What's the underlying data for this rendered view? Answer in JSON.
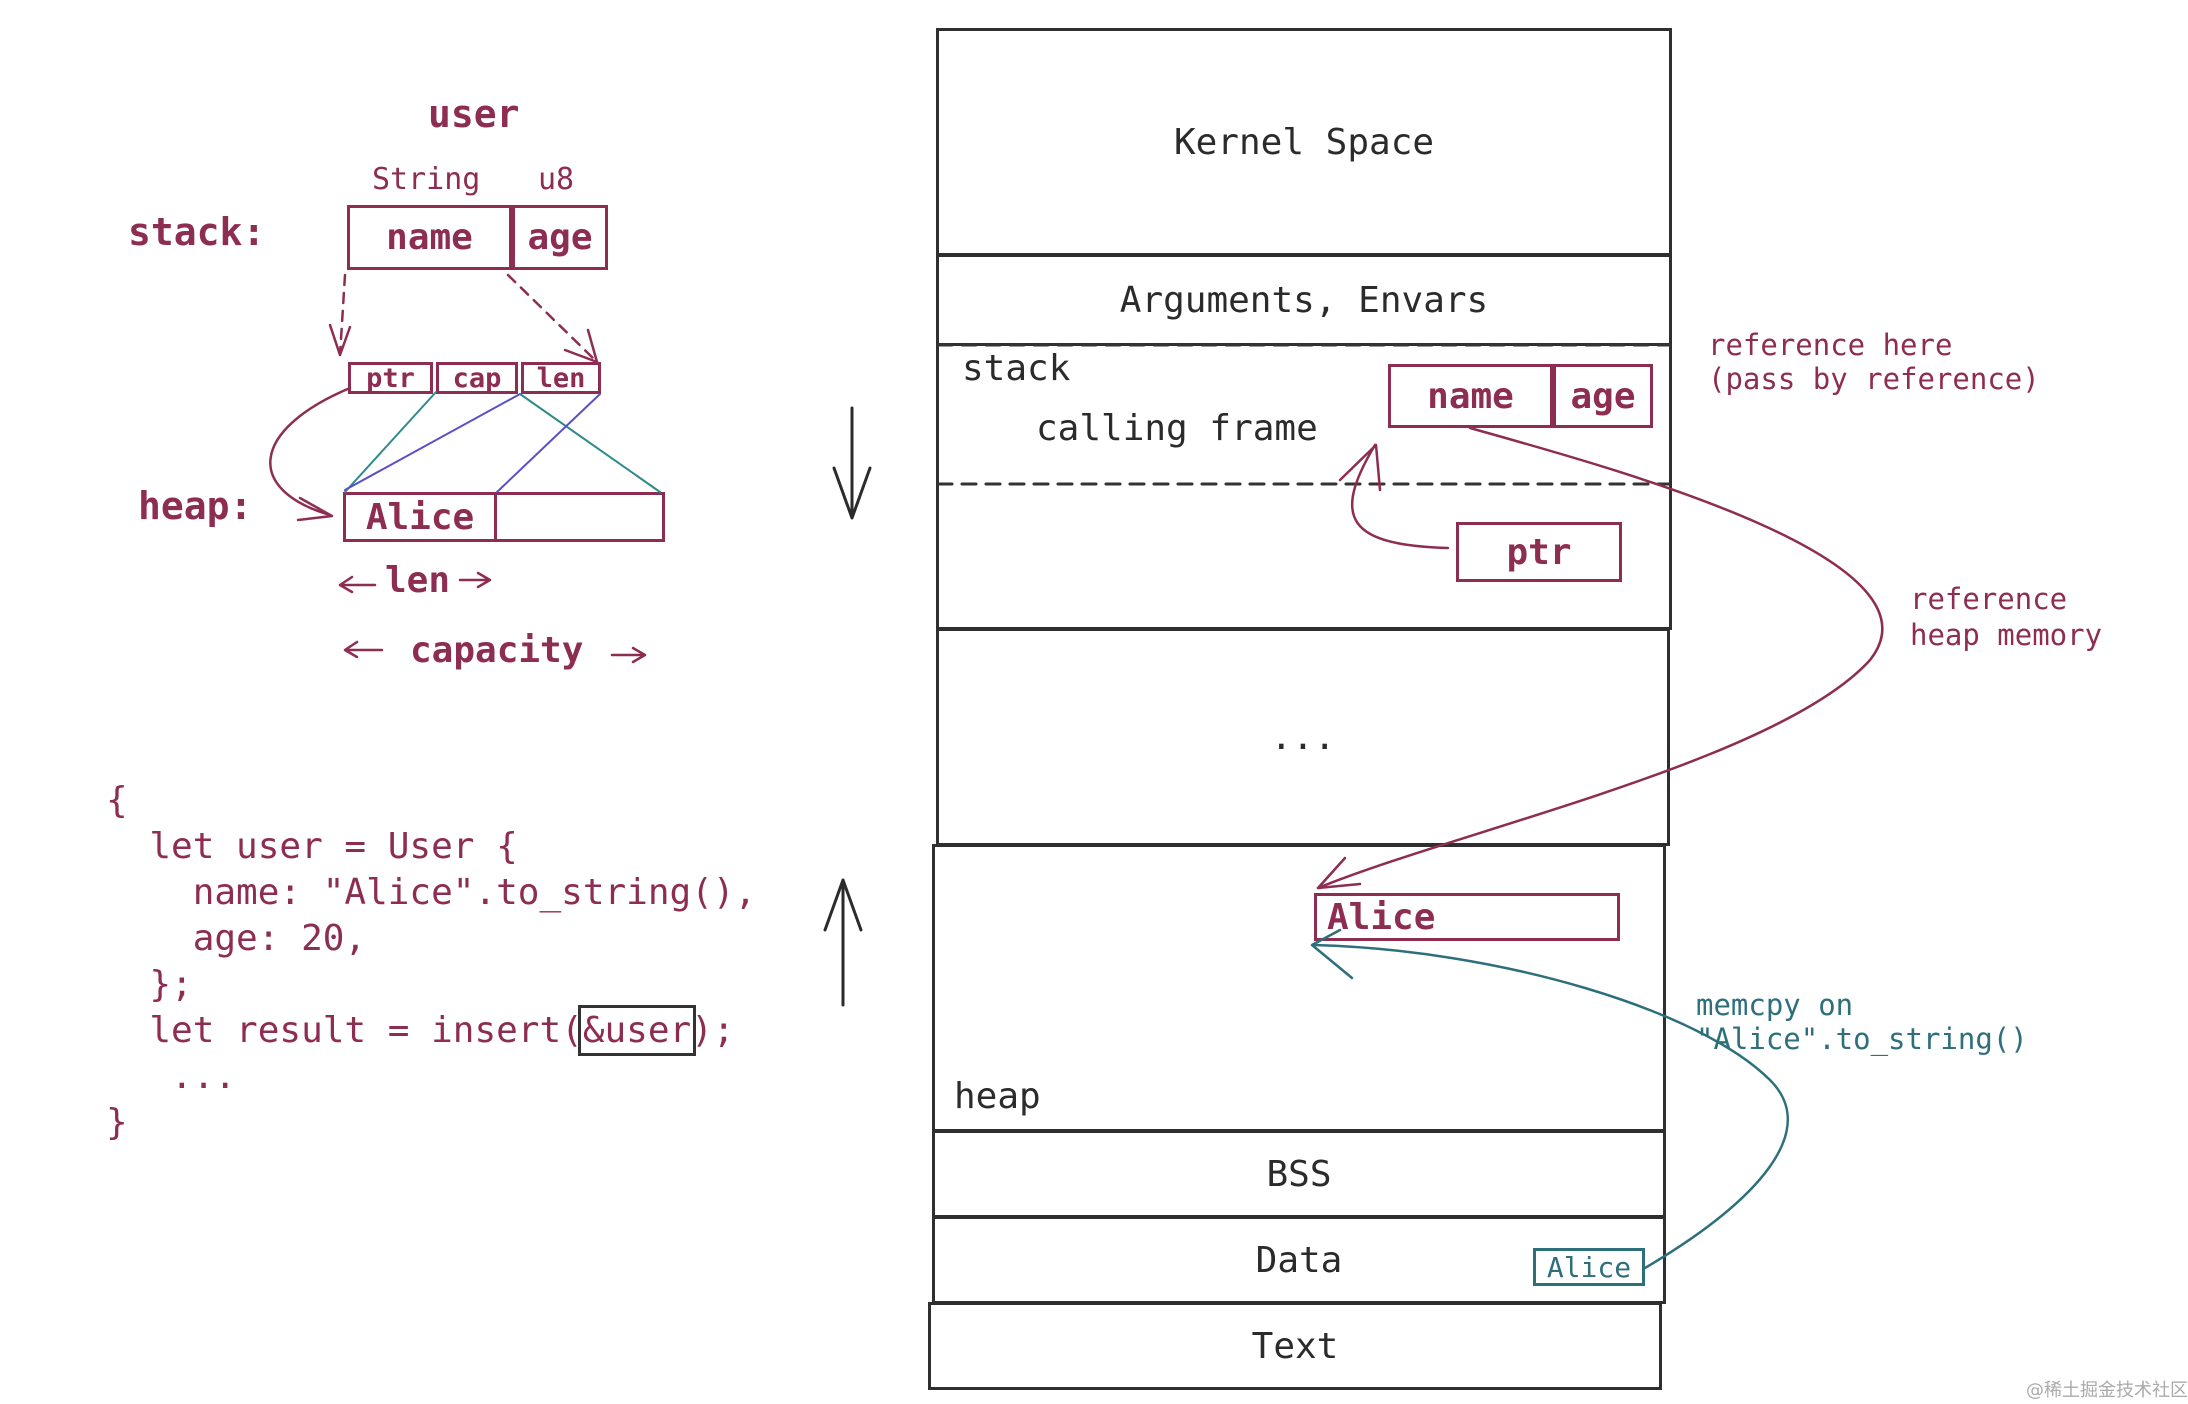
{
  "left": {
    "title": "user",
    "stack_label": "stack:",
    "heap_label": "heap:",
    "type_string": "String",
    "type_u8": "u8",
    "field_name": "name",
    "field_age": "age",
    "ptr": "ptr",
    "cap": "cap",
    "len": "len",
    "heap_value": "Alice",
    "len_label": "len",
    "capacity_label": "capacity"
  },
  "code": {
    "line1": "{",
    "line2": "  let user = User {",
    "line3": "    name: \"Alice\".to_string(),",
    "line4": "    age: 20,",
    "line5": "  };",
    "line6_prefix": "  let result = insert(",
    "line6_ref": "&user",
    "line6_suffix": ");",
    "line7": "   ...",
    "line8": "}"
  },
  "memory": {
    "kernel": "Kernel Space",
    "args": "Arguments, Envars",
    "stack_label": "stack",
    "calling_frame": "calling frame",
    "frame_name": "name",
    "frame_age": "age",
    "ptr": "ptr",
    "gap": "...",
    "heap_value": "Alice",
    "heap_label": "heap",
    "bss": "BSS",
    "data": "Data",
    "data_value": "Alice",
    "text": "Text"
  },
  "annotations": {
    "ref_here_1": "reference here",
    "ref_here_2": "(pass by reference)",
    "ref_heap_1": "reference",
    "ref_heap_2": "heap memory",
    "memcpy_1": "memcpy on",
    "memcpy_2": "\"Alice\".to_string()"
  },
  "watermark": "@稀土掘金技术社区",
  "colors": {
    "maroon": "#8e2d52",
    "teal": "#2e6f7c",
    "purple": "#5b4fc7",
    "ink": "#2b2b2b"
  }
}
